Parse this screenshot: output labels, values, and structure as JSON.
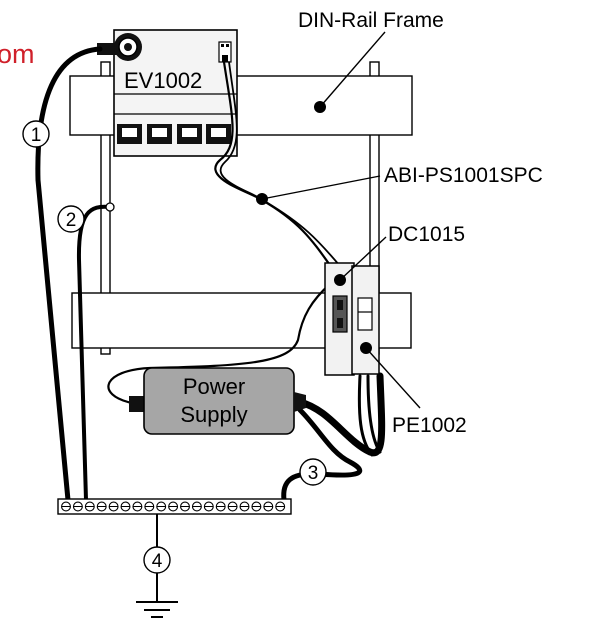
{
  "labels": {
    "partial_text": "om",
    "din_rail_frame": "DIN-Rail Frame",
    "ev1002": "EV1002",
    "abi_ps1001spc": "ABI-PS1001SPC",
    "dc1015": "DC1015",
    "pe1002": "PE1002",
    "power_supply_line1": "Power",
    "power_supply_line2": "Supply"
  },
  "callouts": [
    "1",
    "2",
    "3",
    "4"
  ],
  "colors": {
    "partial_text": "#d0202a",
    "power_supply_fill": "#a6a6a6",
    "device_fill": "#f2f2f2",
    "line": "#000000"
  }
}
